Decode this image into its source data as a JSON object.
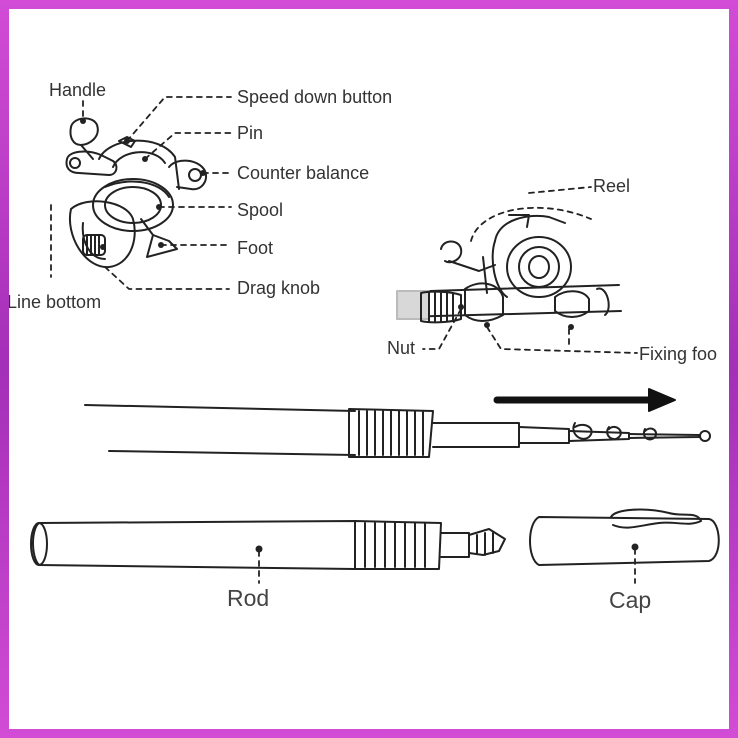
{
  "reel_labels": {
    "handle": "Handle",
    "speed_down_button": "Speed down button",
    "pin": "Pin",
    "counter_balance": "Counter balance",
    "spool": "Spool",
    "foot": "Foot",
    "drag_knob": "Drag knob",
    "line_bottom": "Line bottom"
  },
  "mount_labels": {
    "reel": "Reel",
    "nut": "Nut",
    "fixing_foot": "Fixing foo"
  },
  "rod_labels": {
    "rod": "Rod",
    "cap": "Cap"
  },
  "colors": {
    "frame": "#c03ad0",
    "ink": "#222222"
  }
}
